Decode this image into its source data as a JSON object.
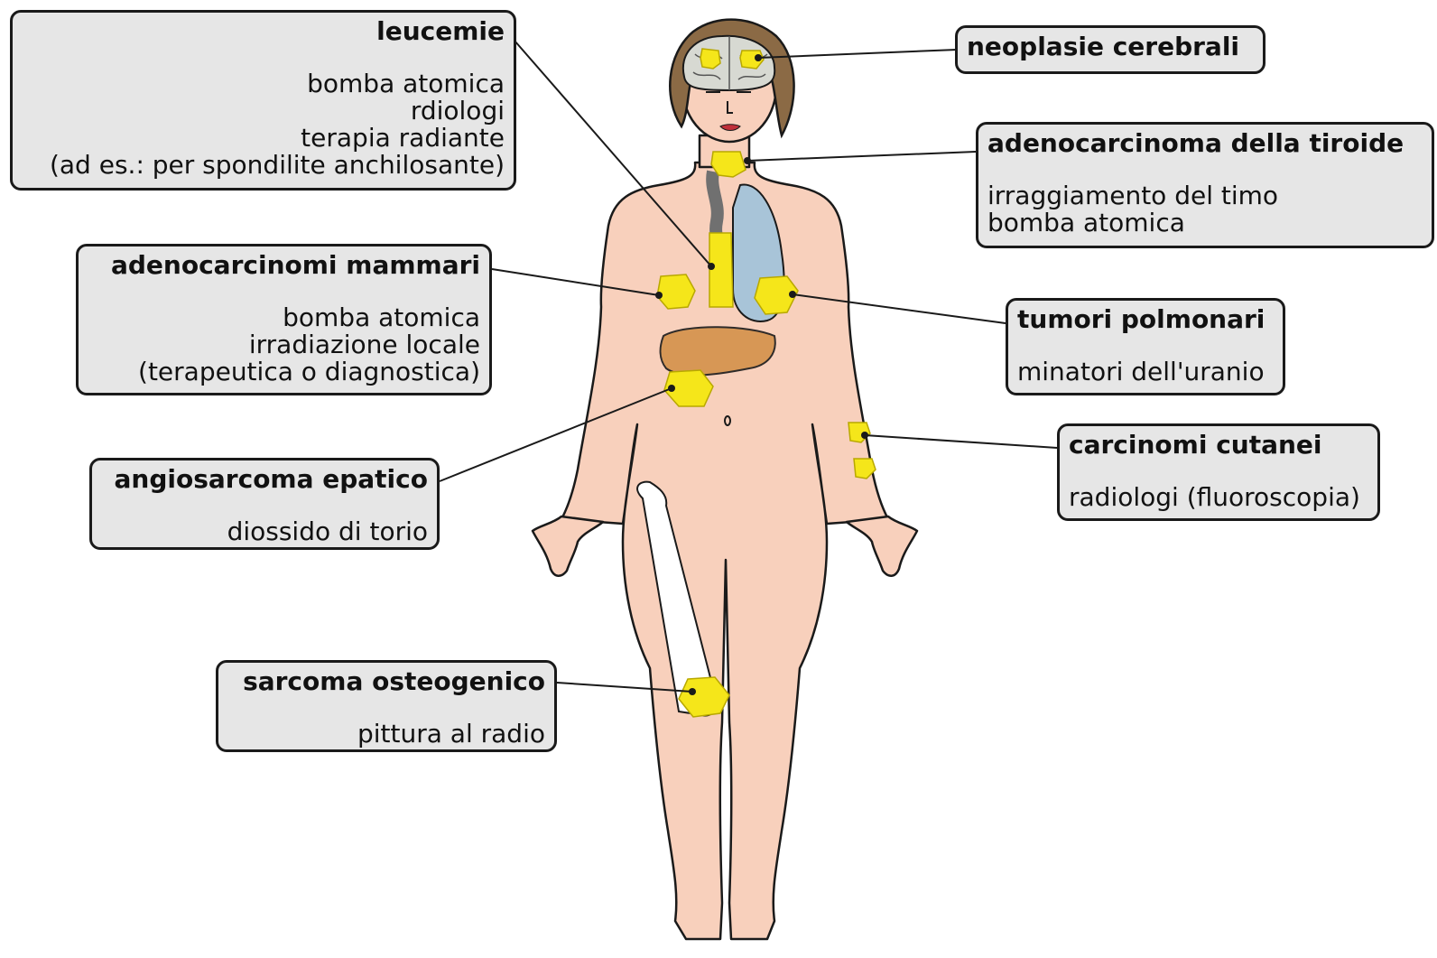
{
  "labels": {
    "leucemie": {
      "title": "leucemie",
      "lines": [
        "bomba atomica",
        "rdiologi",
        "terapia radiante",
        "(ad es.: per spondilite anchilosante)"
      ]
    },
    "mammari": {
      "title": "adenocarcinomi mammari",
      "lines": [
        "bomba atomica",
        "irradiazione locale",
        "(terapeutica o diagnostica)"
      ]
    },
    "epatico": {
      "title": "angiosarcoma epatico",
      "lines": [
        "diossido di torio"
      ]
    },
    "osteo": {
      "title": "sarcoma osteogenico",
      "lines": [
        "pittura al radio"
      ]
    },
    "cerebrali": {
      "title": "neoplasie cerebrali",
      "lines": []
    },
    "tiroide": {
      "title": "adenocarcinoma della tiroide",
      "lines": [
        "irraggiamento del timo",
        "bomba atomica"
      ]
    },
    "polmonari": {
      "title": "tumori polmonari",
      "lines": [
        "minatori dell'uranio"
      ]
    },
    "cutanei": {
      "title": "carcinomi cutanei",
      "lines": [
        "radiologi (fluoroscopia)"
      ]
    }
  },
  "colors": {
    "skin": "#f8d0bc",
    "outline": "#1a1a1a",
    "tumor": "#f5e61a",
    "box": "#e6e6e6",
    "hair": "#8b6a45",
    "lung": "#a8c4d8",
    "liver": "#d4914a"
  }
}
